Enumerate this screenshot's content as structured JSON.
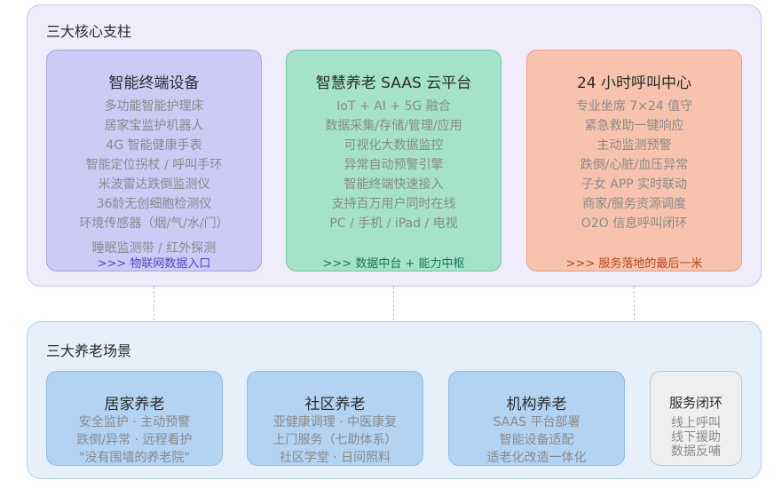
{
  "core": {
    "title": "三大核心支柱",
    "pillars": [
      {
        "title": "智能终端设备",
        "items": [
          "多功能智能护理床",
          "居家宝监护机器人",
          "4G 智能健康手表",
          "智能定位拐杖 / 呼叫手环",
          "米波雷达跌倒监测仪",
          "36龄无创细胞检测仪",
          "环境传感器（烟/气/水/门）",
          "睡眠监测带 / 红外探测"
        ],
        "footer": ">>> 物联网数据入口"
      },
      {
        "title": "智慧养老 SAAS 云平台",
        "items": [
          "IoT + AI + 5G 融合",
          "数据采集/存储/管理/应用",
          "可视化大数据监控",
          "异常自动预警引擎",
          "智能终端快速接入",
          "支持百万用户同时在线",
          "PC / 手机 / iPad / 电视"
        ],
        "footer": ">>> 数据中台 + 能力中枢"
      },
      {
        "title": "24 小时呼叫中心",
        "items": [
          "专业坐席 7×24 值守",
          "紧急救助一键响应",
          "主动监测预警",
          "跌倒/心脏/血压异常",
          "子女 APP 实时联动",
          "商家/服务资源调度",
          "O2O 信息呼叫闭环"
        ],
        "footer": ">>> 服务落地的最后一米"
      }
    ]
  },
  "scenes": {
    "title": "三大养老场景",
    "items": [
      {
        "title": "居家养老",
        "lines": [
          "安全监护 · 主动预警",
          "跌倒/异常 · 远程看护",
          "\"没有围墙的养老院\""
        ]
      },
      {
        "title": "社区养老",
        "lines": [
          "亚健康调理 · 中医康复",
          "上门服务（七助体系）",
          "社区学堂 · 日间照料"
        ]
      },
      {
        "title": "机构养老",
        "lines": [
          "SAAS 平台部署",
          "智能设备适配",
          "适老化改造一体化"
        ]
      }
    ],
    "loop": {
      "title": "服务闭环",
      "lines": [
        "线上呼叫",
        "线下援助",
        "数据反哺"
      ]
    }
  },
  "colors": {
    "pillar_1": "#cdcaf5",
    "pillar_2": "#a4e2c9",
    "pillar_3": "#f7c3ad",
    "scene": "#b3d3f2",
    "loop": "#efefef"
  }
}
